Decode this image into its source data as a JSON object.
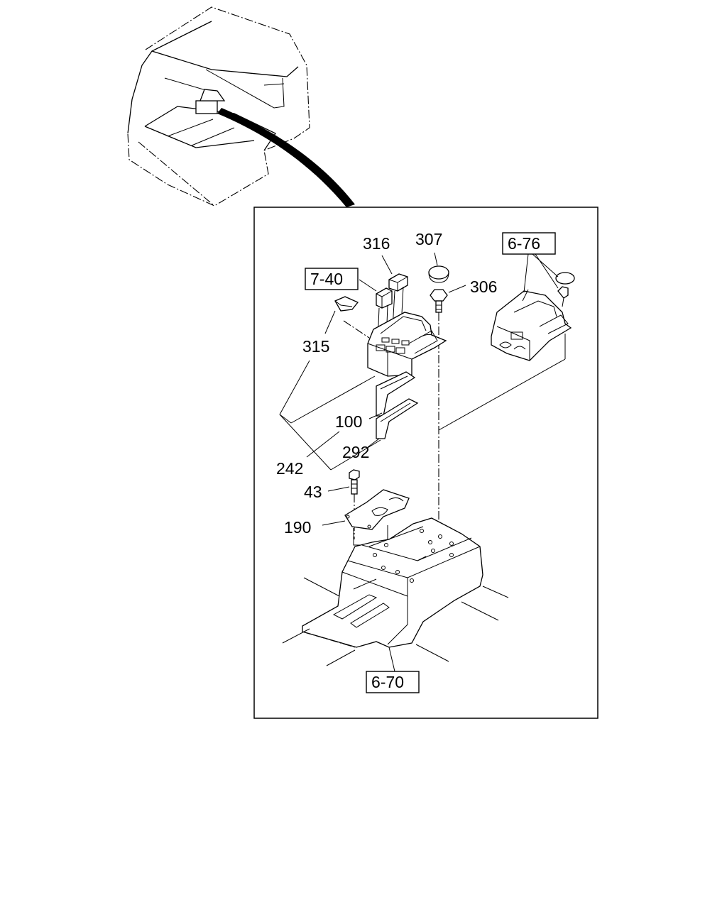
{
  "labels": {
    "part_316": "316",
    "part_307": "307",
    "part_306": "306",
    "part_315": "315",
    "part_100": "100",
    "part_292": "292",
    "part_242": "242",
    "part_43": "43",
    "part_190": "190"
  },
  "references": {
    "ref_7_40": "7-40",
    "ref_6_76": "6-76",
    "ref_6_70": "6-70"
  }
}
